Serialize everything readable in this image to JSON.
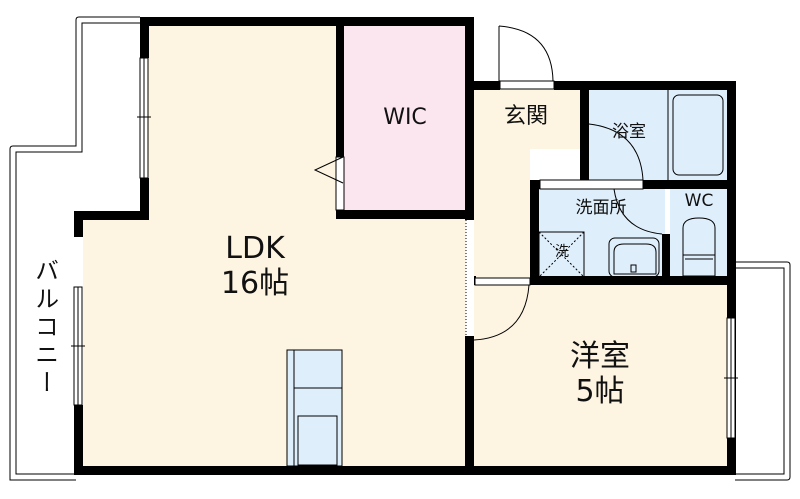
{
  "floorplan": {
    "colors": {
      "wall": "#000000",
      "living_fill": "#fdf4e1",
      "wic_fill": "#fbe5ef",
      "wet_fill": "#dfeefb",
      "balcony_fill": "#ffffff"
    },
    "rooms": {
      "ldk": {
        "name": "LDK",
        "size": "16帖"
      },
      "wic": {
        "name": "WIC"
      },
      "entrance": {
        "name": "玄関"
      },
      "bath": {
        "name": "浴室"
      },
      "washroom": {
        "name": "洗面所"
      },
      "washer": {
        "name": "洗"
      },
      "wc": {
        "name": "WC"
      },
      "western": {
        "name": "洋室",
        "size": "5帖"
      },
      "balcony": {
        "name": "バルコニー"
      }
    }
  }
}
